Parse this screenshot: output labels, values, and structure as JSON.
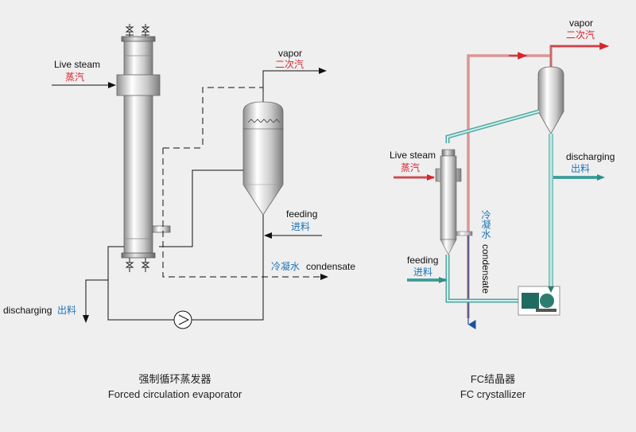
{
  "left": {
    "live_steam_en": "Live steam",
    "live_steam_cn": "蒸汽",
    "vapor_en": "vapor",
    "vapor_cn": "二次汽",
    "feeding_en": "feeding",
    "feeding_cn": "进料",
    "condensate_cn": "冷凝水",
    "condensate_en": "condensate",
    "discharging_en": "discharging",
    "discharging_cn": "出料",
    "caption_cn": "强制循环蒸发器",
    "caption_en": "Forced circulation evaporator"
  },
  "right": {
    "vapor_en": "vapor",
    "vapor_cn": "二次汽",
    "live_steam_en": "Live steam",
    "live_steam_cn": "蒸汽",
    "discharging_en": "discharging",
    "discharging_cn": "出料",
    "feeding_en": "feeding",
    "feeding_cn": "进料",
    "condensate_cn": "冷凝水",
    "condensate_en": "condensate",
    "caption_cn": "FC结晶器",
    "caption_en": "FC crystallizer"
  },
  "colors": {
    "background": "#efefef",
    "steam_red": "#d8242f",
    "feed_blue": "#1d74b6",
    "pipe_teal": "#9fd6d2",
    "line_dark": "#222222"
  }
}
